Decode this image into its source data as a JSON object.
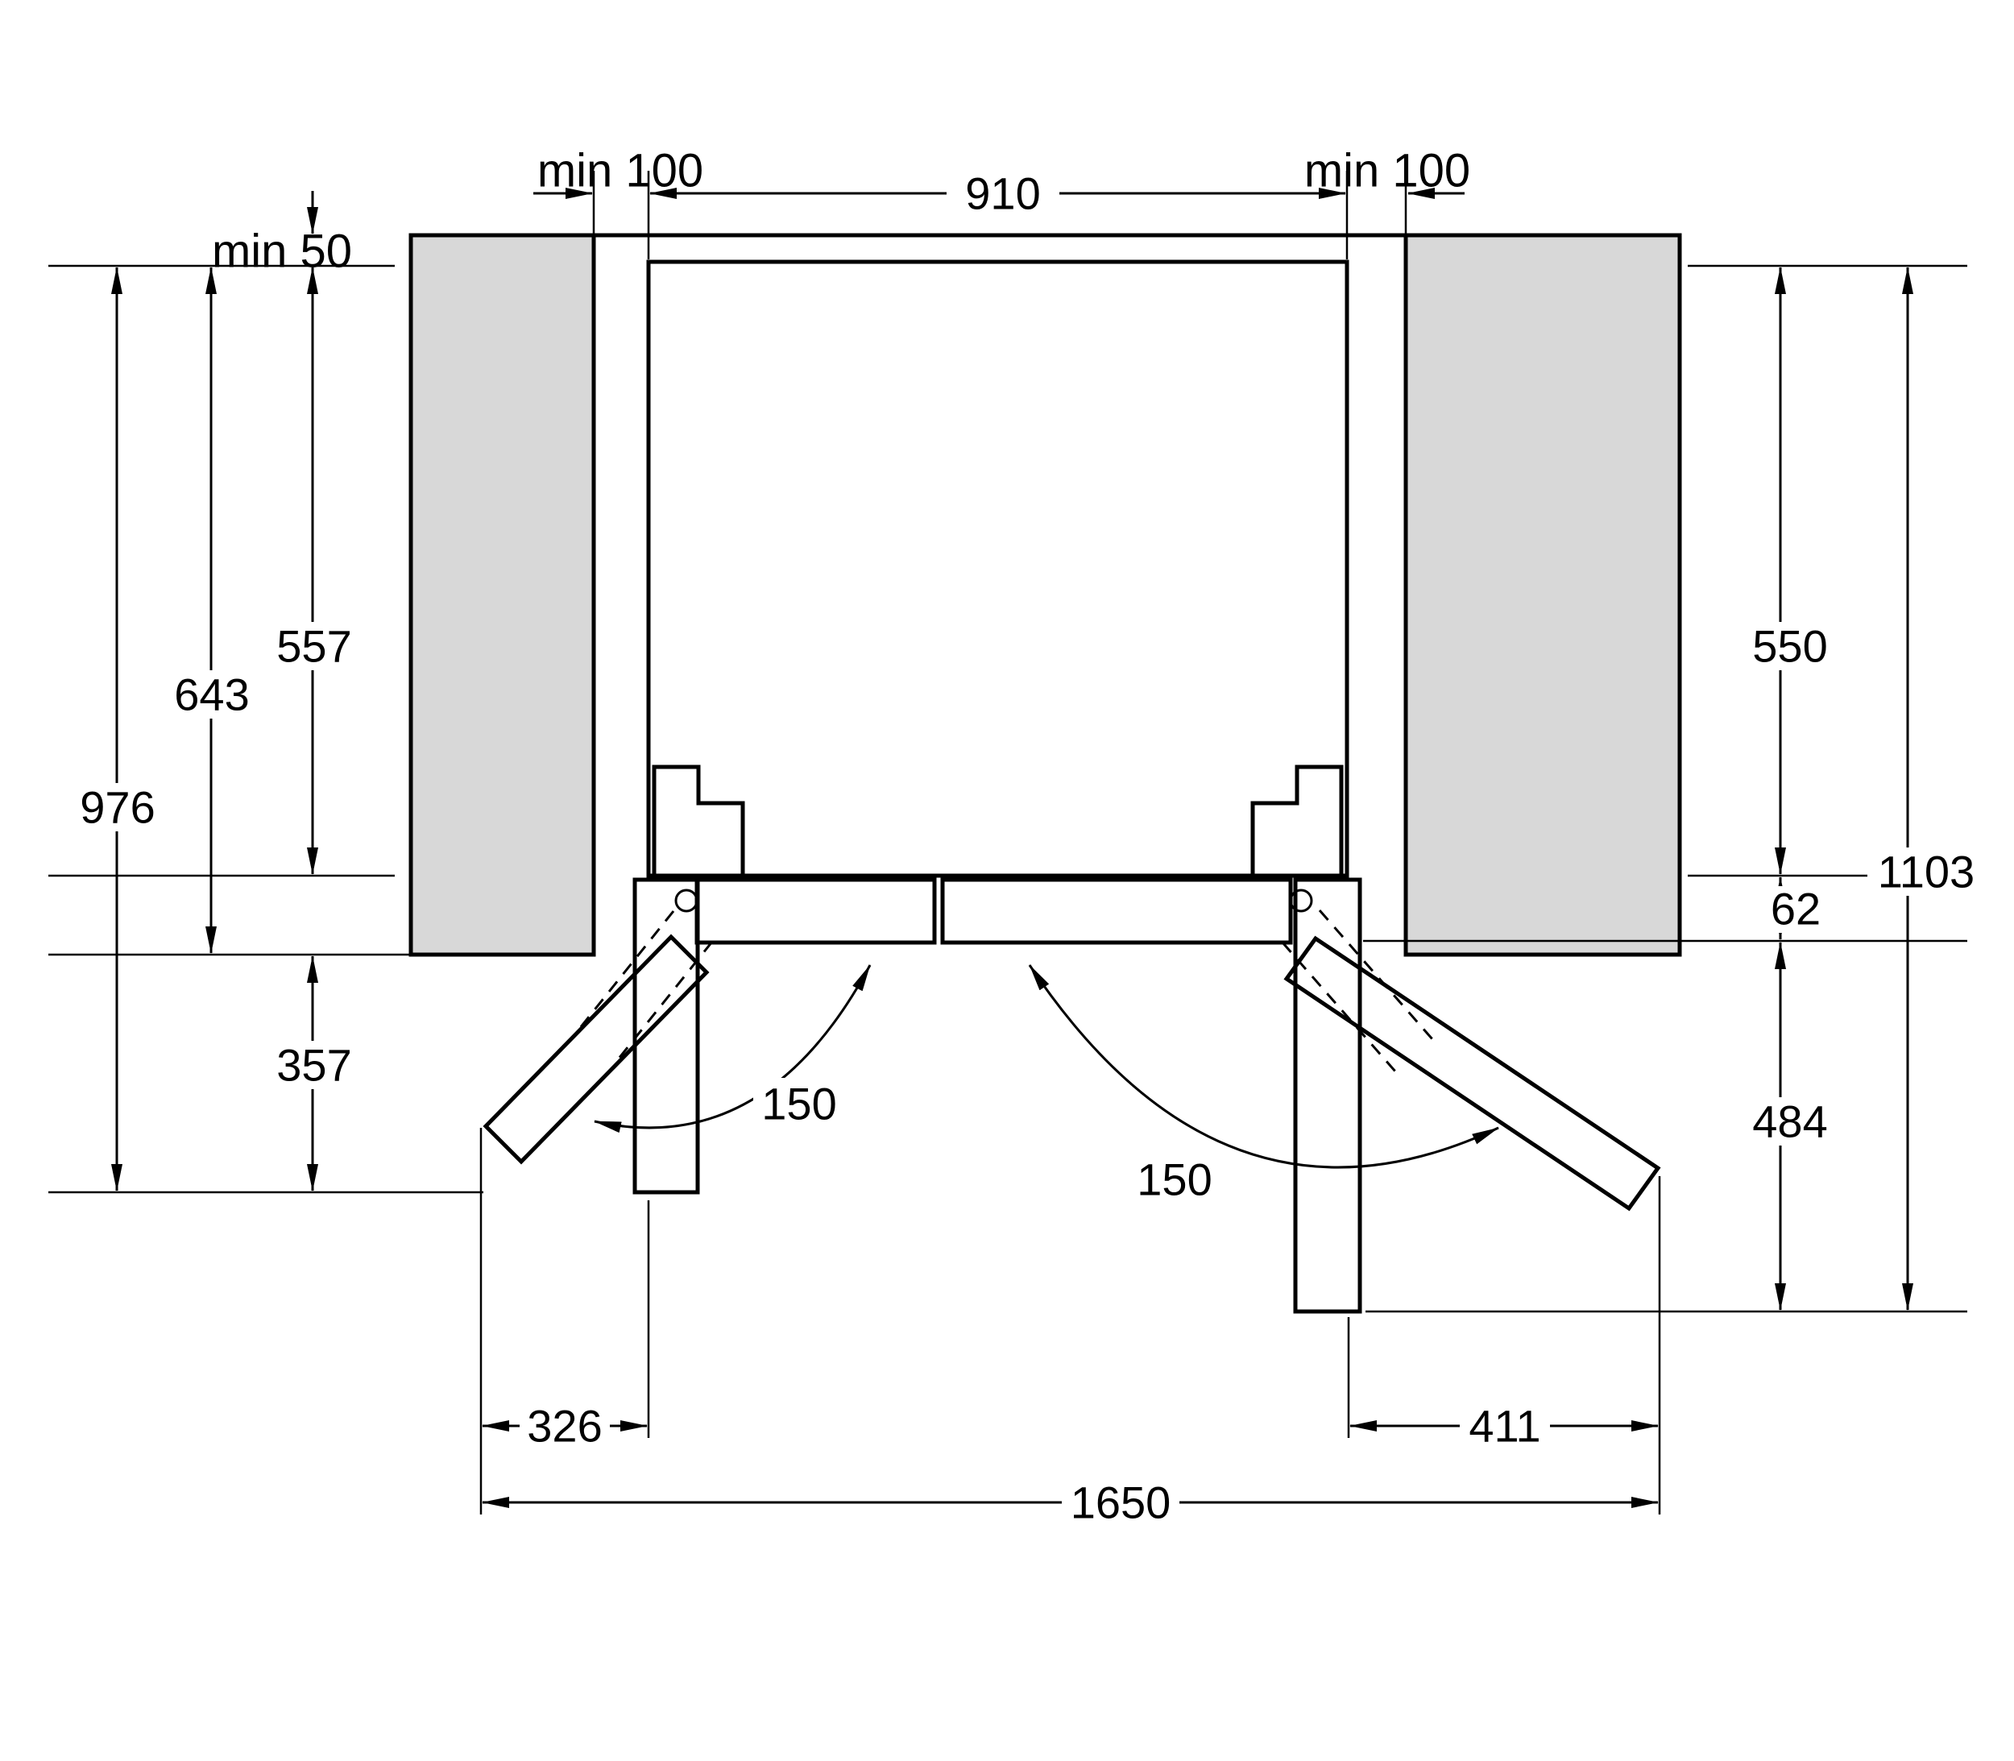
{
  "diagram": {
    "type": "installation-dimension-drawing-top-view",
    "labels": {
      "top_left_clearance": "min 100",
      "niche_width": "910",
      "top_right_clearance": "min 100",
      "rear_clearance": "min 50",
      "body_depth_left": "557",
      "cabinet_depth_left": "643",
      "total_depth_open_left": "976",
      "door_projection_left": "357",
      "opening_angle_left": "150",
      "opening_angle_right": "150",
      "body_depth_right": "550",
      "total_depth_right": "1103",
      "door_thickness": "62",
      "door_projection_right": "484",
      "open_clearance_left": "326",
      "open_clearance_right": "411",
      "total_width_doors_open": "1650"
    },
    "colors": {
      "line": "#000000",
      "cabinet_fill": "#d8d8d8",
      "background": "#ffffff"
    }
  }
}
